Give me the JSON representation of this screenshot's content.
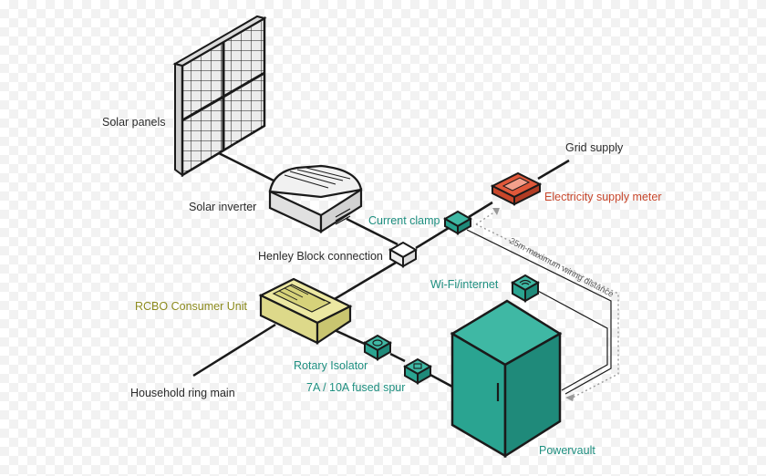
{
  "labels": {
    "solar_panels": "Solar panels",
    "solar_inverter": "Solar inverter",
    "grid_supply": "Grid supply",
    "electricity_meter": "Electricity supply meter",
    "current_clamp": "Current clamp",
    "henley_block": "Henley Block connection",
    "rcbo": "RCBO Consumer Unit",
    "wifi": "Wi-Fi/internet",
    "rotary_isolator": "Rotary Isolator",
    "fused_spur": "7A / 10A fused spur",
    "household_main": "Household ring main",
    "powervault": "Powervault",
    "wiring_distance": "25m maximum wiring distance"
  },
  "colors": {
    "teal": "#2aa491",
    "teal_text": "#1e8f80",
    "meter_red": "#e0583a",
    "meter_text": "#c8472c",
    "rcbo_yellow": "#ece8a2",
    "rcbo_text": "#8c8a1d",
    "line": "#1a1a1a",
    "panel_fill": "#ededed",
    "inverter_fill": "#e6e6e6"
  },
  "icons": {
    "wifi": "wifi-icon",
    "isolator": "isolator-icon",
    "fuse": "fuse-icon"
  }
}
